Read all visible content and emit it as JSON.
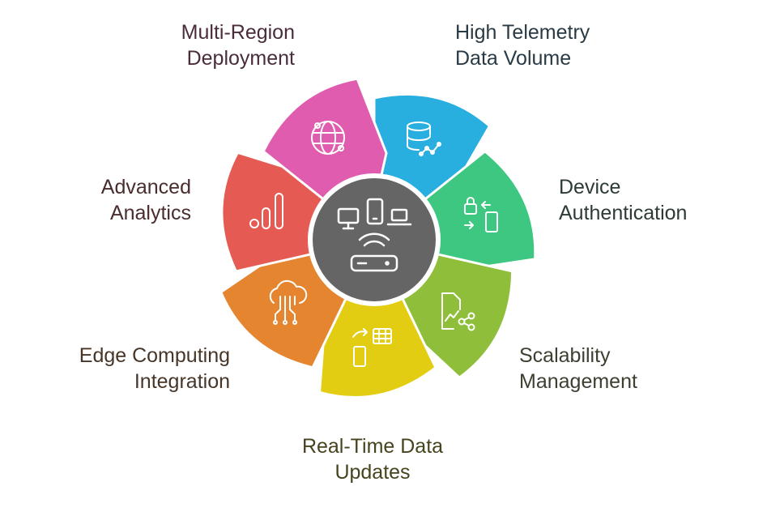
{
  "hub": {
    "icon": "devices-router-icon",
    "color": "#656565"
  },
  "segments": [
    {
      "id": "high-telemetry",
      "color": "#29aee0",
      "icon": "database-analytics-icon",
      "label_lines": [
        "High Telemetry",
        "Data Volume"
      ],
      "label_color": "#2a3a45"
    },
    {
      "id": "device-authentication",
      "color": "#3ec781",
      "icon": "lock-phone-sync-icon",
      "label_lines": [
        "Device",
        "Authentication"
      ],
      "label_color": "#2d3b35"
    },
    {
      "id": "scalability-management",
      "color": "#8fbf3a",
      "icon": "chart-share-icon",
      "label_lines": [
        "Scalability",
        "Management"
      ],
      "label_color": "#3b4030"
    },
    {
      "id": "real-time-data-updates",
      "color": "#e2cd13",
      "icon": "phone-table-sync-icon",
      "label_lines": [
        "Real-Time Data",
        "Updates"
      ],
      "label_color": "#47431f"
    },
    {
      "id": "edge-computing-integration",
      "color": "#e58530",
      "icon": "cloud-circuit-icon",
      "label_lines": [
        "Edge Computing",
        "Integration"
      ],
      "label_color": "#473628"
    },
    {
      "id": "advanced-analytics",
      "color": "#e55a52",
      "icon": "bar-chart-icon",
      "label_lines": [
        "Advanced",
        "Analytics"
      ],
      "label_color": "#4a2d2c"
    },
    {
      "id": "multi-region-deployment",
      "color": "#df5cae",
      "icon": "globe-network-icon",
      "label_lines": [
        "Multi-Region",
        "Deployment"
      ],
      "label_color": "#4a2c3d"
    }
  ]
}
